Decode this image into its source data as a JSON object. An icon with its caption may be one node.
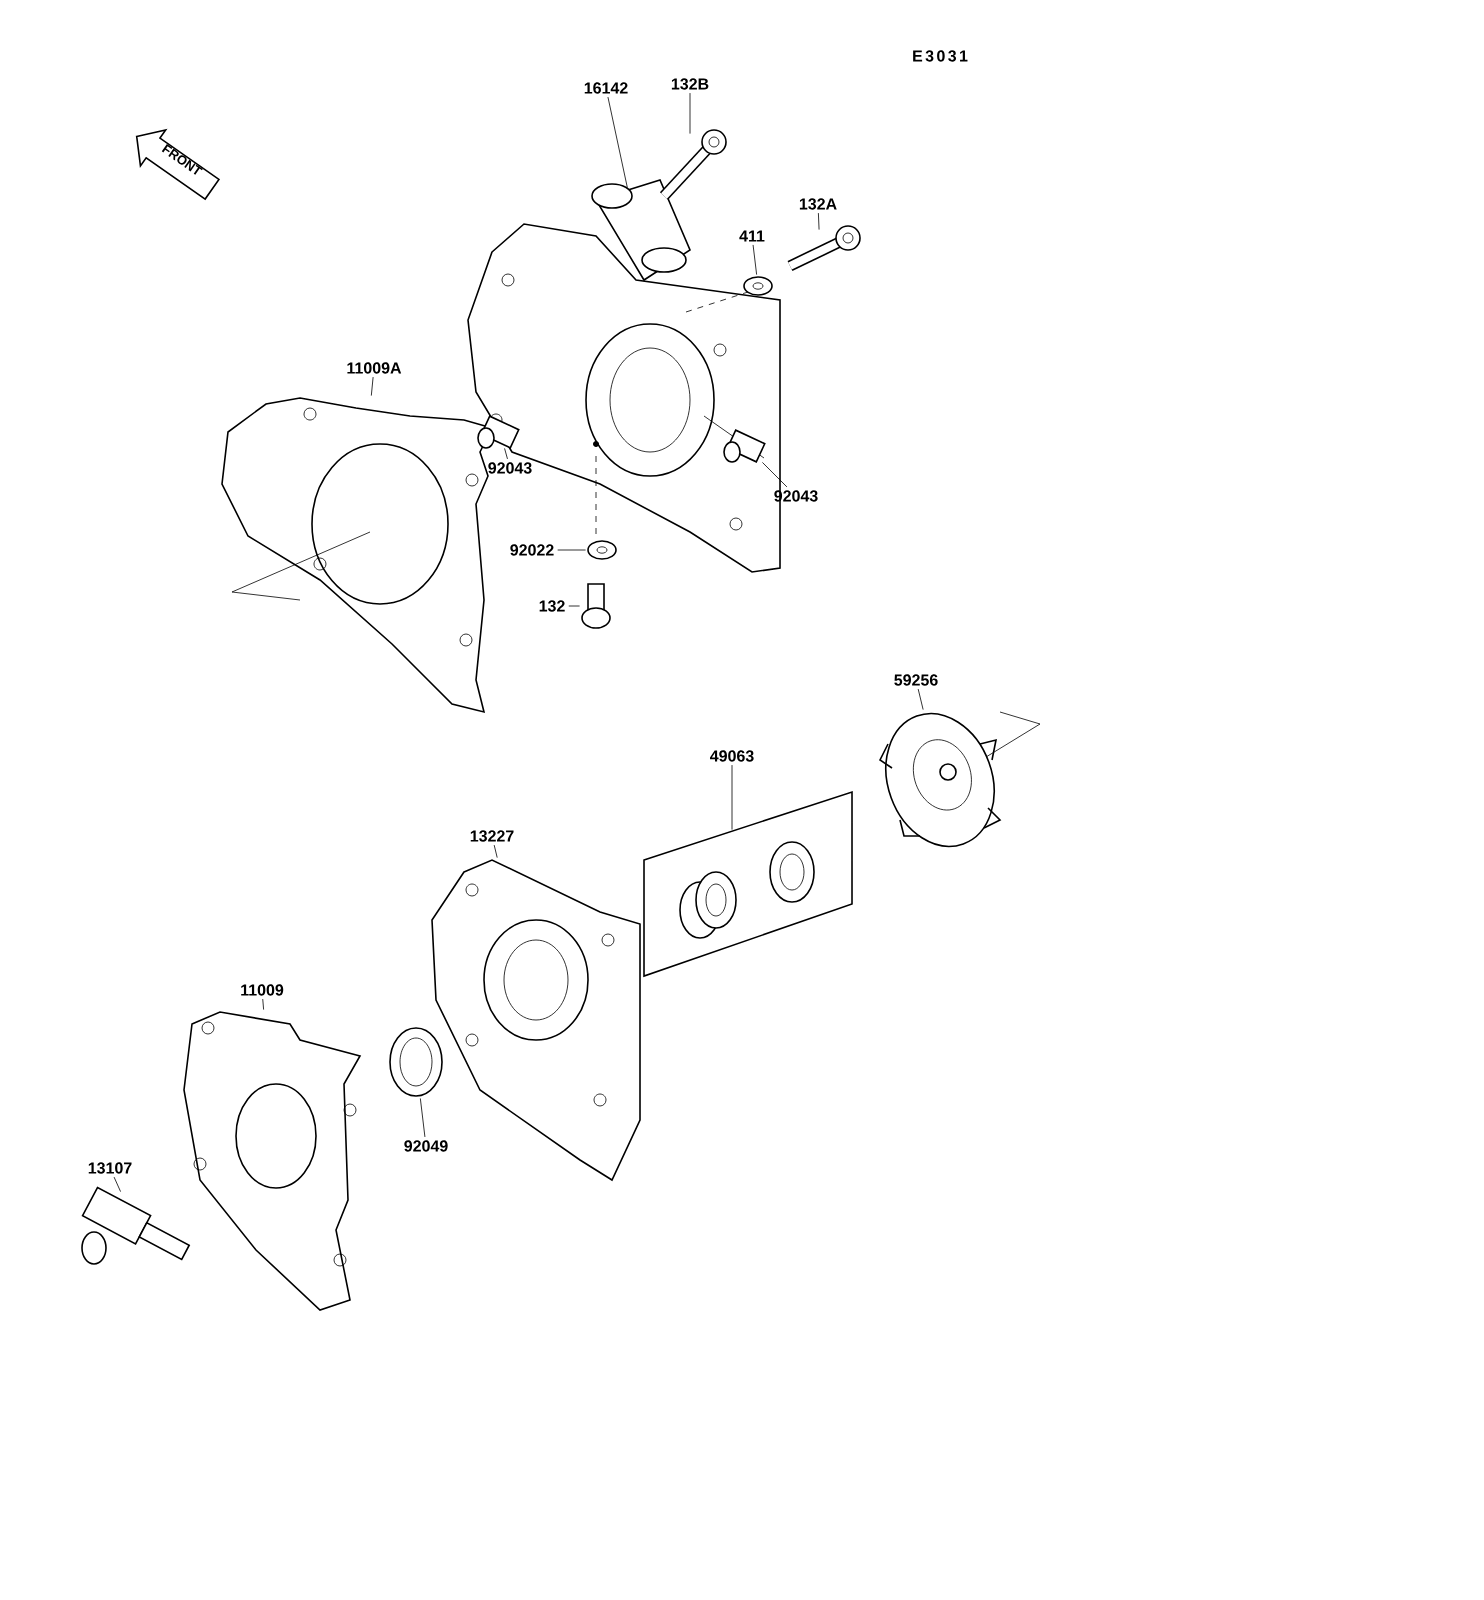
{
  "diagram": {
    "nodes": [
      {
        "text": [
          "16142"
        ]
      },
      {
        "text": [
          "132B"
        ]
      },
      {
        "text": [
          "132A"
        ]
      },
      {
        "text": [
          "411"
        ]
      },
      {
        "text": [
          "11009A"
        ]
      },
      {
        "text": [
          "92043"
        ]
      },
      {
        "text": [
          "92043"
        ]
      },
      {
        "text": [
          "92022"
        ]
      },
      {
        "text": [
          "132"
        ]
      },
      {
        "text": [
          "59256"
        ]
      },
      {
        "text": [
          "49063"
        ]
      },
      {
        "text": [
          "13227"
        ]
      },
      {
        "text": [
          "11009"
        ]
      },
      {
        "text": [
          "92049"
        ]
      },
      {
        "text": [
          "13107"
        ]
      },
      {
        "text": [],
        "shape": "picture"
      },
      {
        "text": [],
        "shape": "picture"
      },
      {
        "text": [],
        "shape": "picture"
      },
      {
        "text": [],
        "shape": "picture"
      },
      {
        "text": [],
        "shape": "picture"
      },
      {
        "text": [],
        "shape": "picture"
      },
      {
        "text": [],
        "shape": "picture"
      },
      {
        "text": [],
        "shape": "picture"
      },
      {
        "text": [],
        "shape": "picture"
      },
      {
        "text": [],
        "shape": "picture"
      },
      {
        "text": [],
        "shape": "picture"
      },
      {
        "text": [],
        "shape": "picture"
      },
      {
        "text": [],
        "shape": "picture"
      },
      {
        "text": [],
        "shape": "picture"
      },
      {
        "text": [],
        "shape": "picture"
      },
      {
        "text": [
          "FRONT"
        ]
      }
    ],
    "edges": [
      {
        "from": 0,
        "to": 15,
        "arrow": "none"
      },
      {
        "from": 1,
        "to": 16,
        "arrow": "none"
      },
      {
        "from": 2,
        "to": 17,
        "arrow": "none"
      },
      {
        "from": 3,
        "to": 18,
        "arrow": "none"
      },
      {
        "from": 4,
        "to": 19,
        "arrow": "none"
      },
      {
        "from": 5,
        "to": 20,
        "arrow": "none"
      },
      {
        "from": 6,
        "to": 21,
        "arrow": "none"
      },
      {
        "from": 7,
        "to": 22,
        "arrow": "none"
      },
      {
        "from": 8,
        "to": 23,
        "arrow": "none"
      },
      {
        "from": 9,
        "to": 24,
        "arrow": "none"
      },
      {
        "from": 10,
        "to": 25,
        "arrow": "none"
      },
      {
        "from": 11,
        "to": 26,
        "arrow": "none"
      },
      {
        "from": 12,
        "to": 27,
        "arrow": "none"
      },
      {
        "from": 13,
        "to": 28,
        "arrow": "none"
      },
      {
        "from": 14,
        "to": 29,
        "arrow": "none"
      }
    ],
    "labels": [
      "E3031"
    ]
  }
}
